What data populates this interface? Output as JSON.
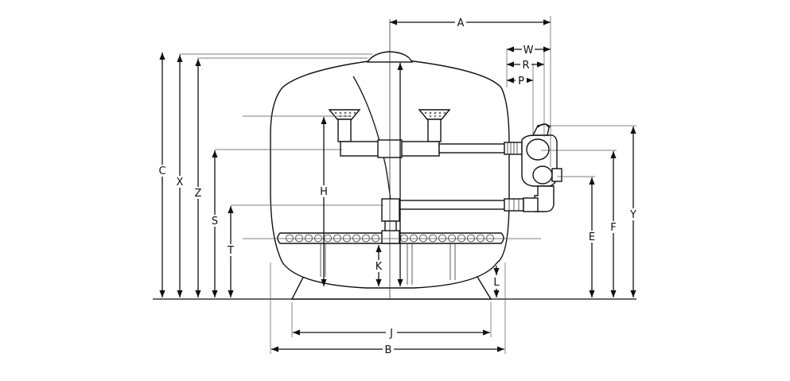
{
  "labels": {
    "A": "A",
    "W": "W",
    "R": "R",
    "P": "P",
    "C": "C",
    "X": "X",
    "Z": "Z",
    "S": "S",
    "T": "T",
    "H": "H",
    "K": "K",
    "L": "L",
    "E": "E",
    "F": "F",
    "Y": "Y",
    "J": "J",
    "B": "B"
  }
}
